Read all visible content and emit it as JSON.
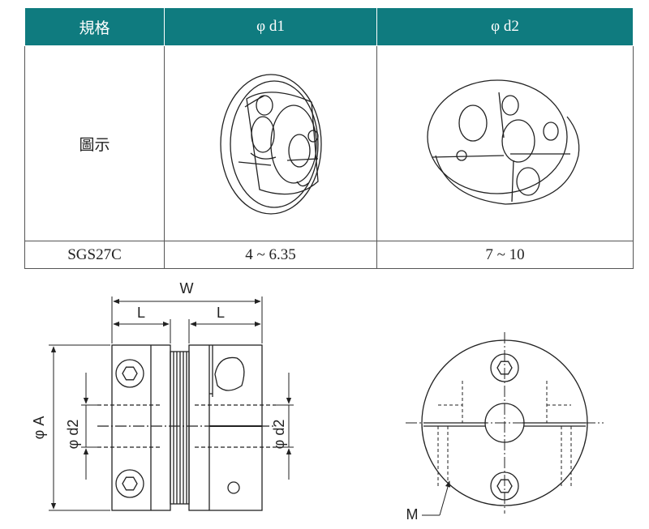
{
  "table": {
    "headers": [
      "規格",
      "φ d1",
      "φ d2"
    ],
    "figure_row_label": "圖示",
    "rows": [
      {
        "model": "SGS27C",
        "d1": "4 ~ 6.35",
        "d2": "7 ~ 10"
      }
    ]
  },
  "side_view": {
    "label_w": "W",
    "label_l_left": "L",
    "label_l_right": "L",
    "label_a": "φ A",
    "label_d2_left": "φ d2",
    "label_d2_right": "φ d2"
  },
  "end_view": {
    "label_m": "M"
  },
  "colors": {
    "header_bg": "#0f7b7f",
    "header_text": "#ffffff",
    "line": "#222222"
  }
}
